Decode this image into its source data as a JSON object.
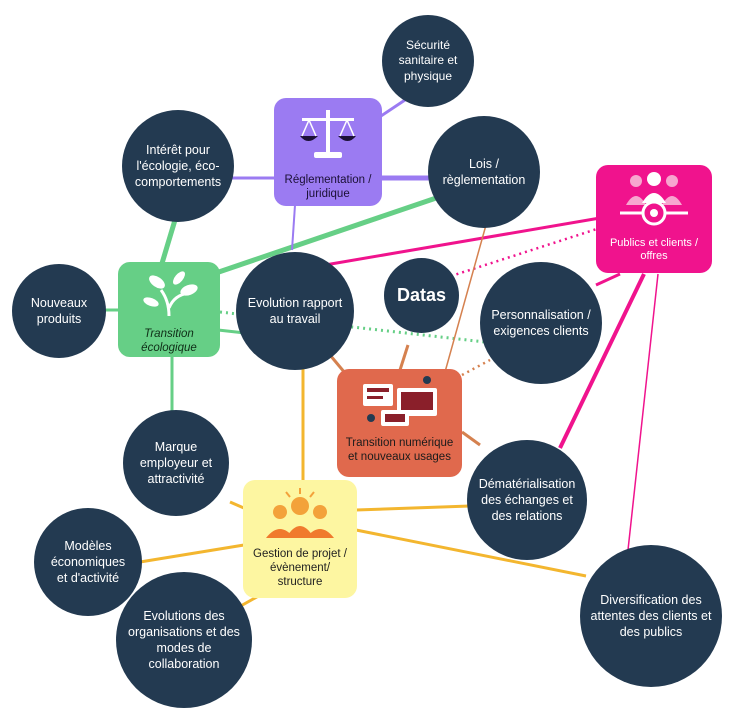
{
  "hubs": {
    "transition_ecologique": "Transition écologique",
    "reglementation": "Réglementation / juridique",
    "publics_clients": "Publics et clients / offres",
    "transition_numerique": "Transition numérique et nouveaux usages",
    "gestion_projet": "Gestion de projet / évènement/ structure"
  },
  "topics": {
    "securite": "Sécurité sanitaire et physique",
    "interet_ecologie": "Intérêt pour l'écologie, éco-comportements",
    "lois": "Lois / règlementation",
    "nouveaux_produits": "Nouveaux produits",
    "evolution_travail": "Evolution rapport au travail",
    "datas": "Datas",
    "personnalisation": "Personnalisation / exigences clients",
    "marque_employeur": "Marque employeur et attractivité",
    "dematerialisation": "Dématérialisation des échanges et des relations",
    "modeles_economiques": "Modèles économiques et d'activité",
    "evolutions_organisations": "Evolutions des organisations et des modes de collaboration",
    "diversification": "Diversification des attentes des clients et des publics"
  },
  "colors": {
    "circle": "#233a51",
    "ecologique": "#66cf86",
    "reglementation": "#9b7bf2",
    "publics": "#f0138d",
    "numerique": "#e0694d",
    "gestion": "#fdf6a1",
    "gestion_line": "#f3b62f",
    "numerique_line": "#d5814f"
  }
}
